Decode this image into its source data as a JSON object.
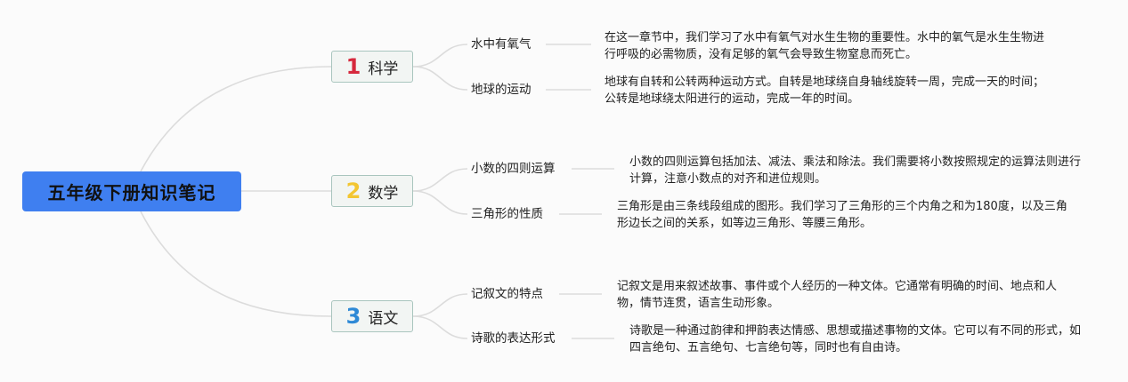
{
  "root": {
    "title": "五年级下册知识笔记",
    "color": "#3f7ff0"
  },
  "branches": [
    {
      "num": "1",
      "num_color": "#d6293d",
      "label": "科学",
      "topics": [
        {
          "label": "水中有氧气",
          "desc": "在这一章节中，我们学习了水中有氧气对水生生物的重要性。水中的氧气是水生生物进行呼吸的必需物质，没有足够的氧气会导致生物窒息而死亡。"
        },
        {
          "label": "地球的运动",
          "desc": "地球有自转和公转两种运动方式。自转是地球绕自身轴线旋转一周，完成一天的时间；公转是地球绕太阳进行的运动，完成一年的时间。"
        }
      ]
    },
    {
      "num": "2",
      "num_color": "#f3c632",
      "label": "数学",
      "topics": [
        {
          "label": "小数的四则运算",
          "desc": "小数的四则运算包括加法、减法、乘法和除法。我们需要将小数按照规定的运算法则进行计算，注意小数点的对齐和进位规则。"
        },
        {
          "label": "三角形的性质",
          "desc": "三角形是由三条线段组成的图形。我们学习了三角形的三个内角之和为180度，以及三角形边长之间的关系，如等边三角形、等腰三角形。"
        }
      ]
    },
    {
      "num": "3",
      "num_color": "#2e89d6",
      "label": "语文",
      "topics": [
        {
          "label": "记叙文的特点",
          "desc": "记叙文是用来叙述故事、事件或个人经历的一种文体。它通常有明确的时间、地点和人物，情节连贯，语言生动形象。"
        },
        {
          "label": "诗歌的表达形式",
          "desc": "诗歌是一种通过韵律和押韵表达情感、思想或描述事物的文体。它可以有不同的形式，如四言绝句、五言绝句、七言绝句等，同时也有自由诗。"
        }
      ]
    }
  ]
}
